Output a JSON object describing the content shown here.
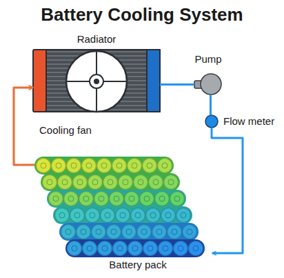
{
  "diagram": {
    "title": "Battery Cooling System",
    "nodes": [
      {
        "text": [
          "Radiator"
        ]
      },
      {
        "text": [
          "Pump"
        ]
      },
      {
        "text": [
          "Flow meter"
        ]
      },
      {
        "text": [
          "Battery pack"
        ]
      }
    ],
    "edges": [
      {
        "from": 0,
        "to": 1,
        "arrow": "none"
      },
      {
        "from": 1,
        "to": 2,
        "arrow": "none"
      },
      {
        "from": 2,
        "to": 3,
        "arrow": "to"
      },
      {
        "from": 3,
        "to": 0,
        "arrow": "to"
      }
    ],
    "labels": [
      "Cooling fan"
    ]
  }
}
